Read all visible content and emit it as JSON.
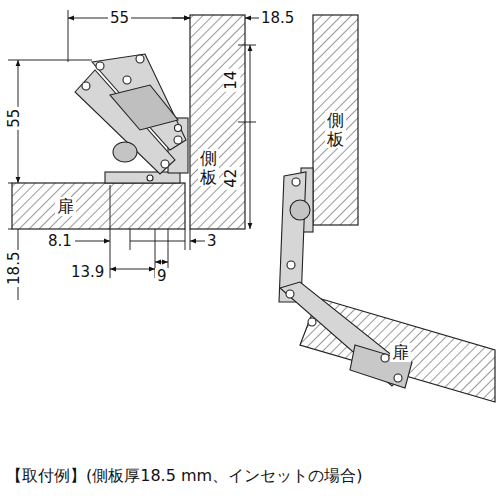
{
  "diagram": {
    "caption": "【取付例】(側板厚18.5 mm、インセットの場合)",
    "labels": [
      "55",
      "18.5",
      "14",
      "側板",
      "42",
      "55",
      "扉",
      "18.5",
      "8.1",
      "3",
      "13.9",
      "9",
      "側板",
      "扉"
    ]
  }
}
